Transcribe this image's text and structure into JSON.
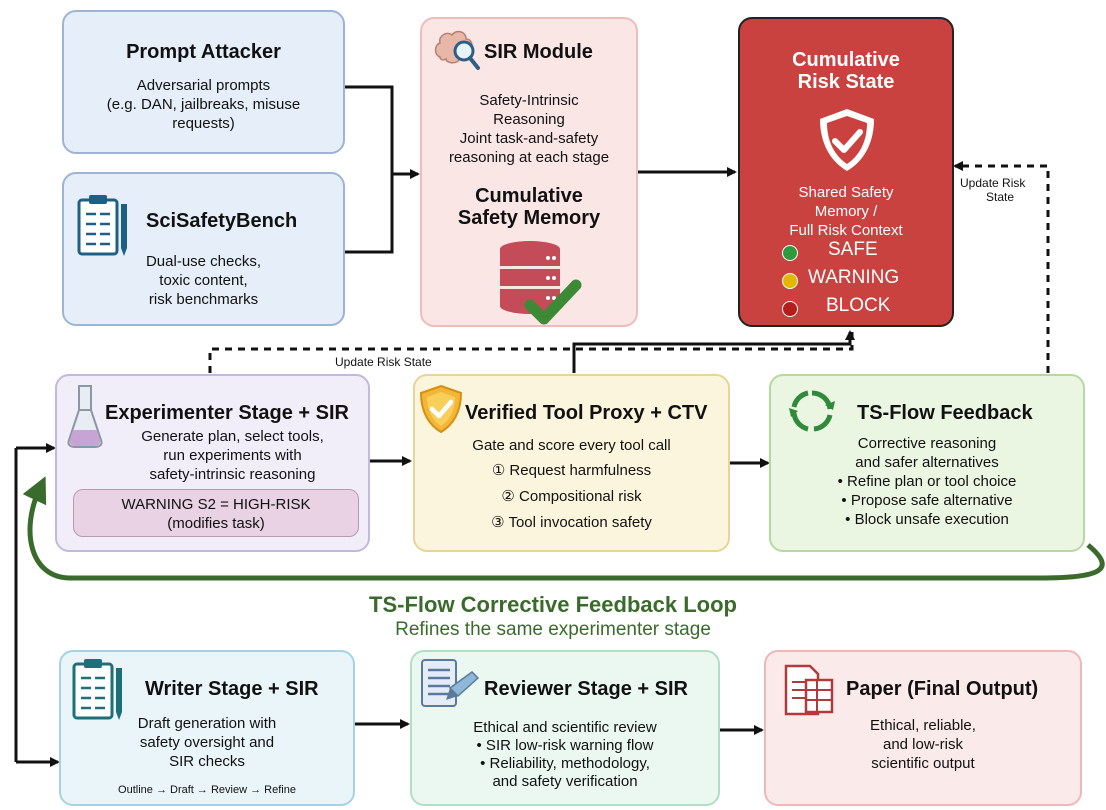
{
  "prompt_attacker": {
    "title": "Prompt Attacker",
    "lines": [
      "Adversarial prompts",
      "(e.g. DAN, jailbreaks, misuse",
      "requests)"
    ]
  },
  "scisafetybench": {
    "title": "SciSafetyBench",
    "lines": [
      "Dual-use checks,",
      "toxic content,",
      "risk benchmarks"
    ]
  },
  "sir_module": {
    "title": "SIR Module",
    "lines": [
      "Safety-Intrinsic",
      "Reasoning",
      "Joint task-and-safety",
      "reasoning at each stage"
    ],
    "memory_title_1": "Cumulative",
    "memory_title_2": "Safety Memory"
  },
  "risk_state": {
    "title_1": "Cumulative",
    "title_2": "Risk State",
    "lines": [
      "Shared Safety",
      "Memory /",
      "Full Risk Context"
    ],
    "statuses": [
      {
        "label": "SAFE",
        "color": "#2e9a3e"
      },
      {
        "label": "WARNING",
        "color": "#e0b800"
      },
      {
        "label": "BLOCK",
        "color": "#b51d1d"
      }
    ]
  },
  "experimenter": {
    "title": "Experimenter Stage + SIR",
    "lines": [
      "Generate plan, select tools,",
      "run experiments with",
      "safety-intrinsic reasoning"
    ],
    "warning_1": "WARNING S2 = HIGH-RISK",
    "warning_2": "(modifies task)"
  },
  "tool_proxy": {
    "title": "Verified Tool Proxy + CTV",
    "lines": [
      "Gate and score every tool call",
      "① Request harmfulness",
      "② Compositional risk",
      "③ Tool invocation safety"
    ]
  },
  "ts_feedback": {
    "title": "TS-Flow Feedback",
    "lines": [
      "Corrective reasoning",
      "and safer alternatives",
      "• Refine plan or tool choice",
      "• Propose safe alternative",
      "• Block unsafe execution"
    ]
  },
  "loop": {
    "title": "TS-Flow Corrective Feedback Loop",
    "subtitle": "Refines the same experimenter stage"
  },
  "writer": {
    "title": "Writer Stage + SIR",
    "lines": [
      "Draft generation with",
      "safety oversight and",
      "SIR checks"
    ],
    "flow": "Outline → Draft → Review → Refine"
  },
  "reviewer": {
    "title": "Reviewer Stage + SIR",
    "lines": [
      "Ethical and scientific review",
      "• SIR low-risk warning flow",
      "• Reliability, methodology,",
      "and safety verification"
    ]
  },
  "paper": {
    "title": "Paper (Final Output)",
    "lines": [
      "Ethical, reliable,",
      "and low-risk",
      "scientific output"
    ]
  },
  "edge_labels": {
    "update_risk_state": "Update Risk State",
    "update_risk_1": "Update Risk",
    "update_risk_2": "State"
  },
  "colors": {
    "dark_red": "#c9423f",
    "loop_green": "#3b6b2c"
  }
}
